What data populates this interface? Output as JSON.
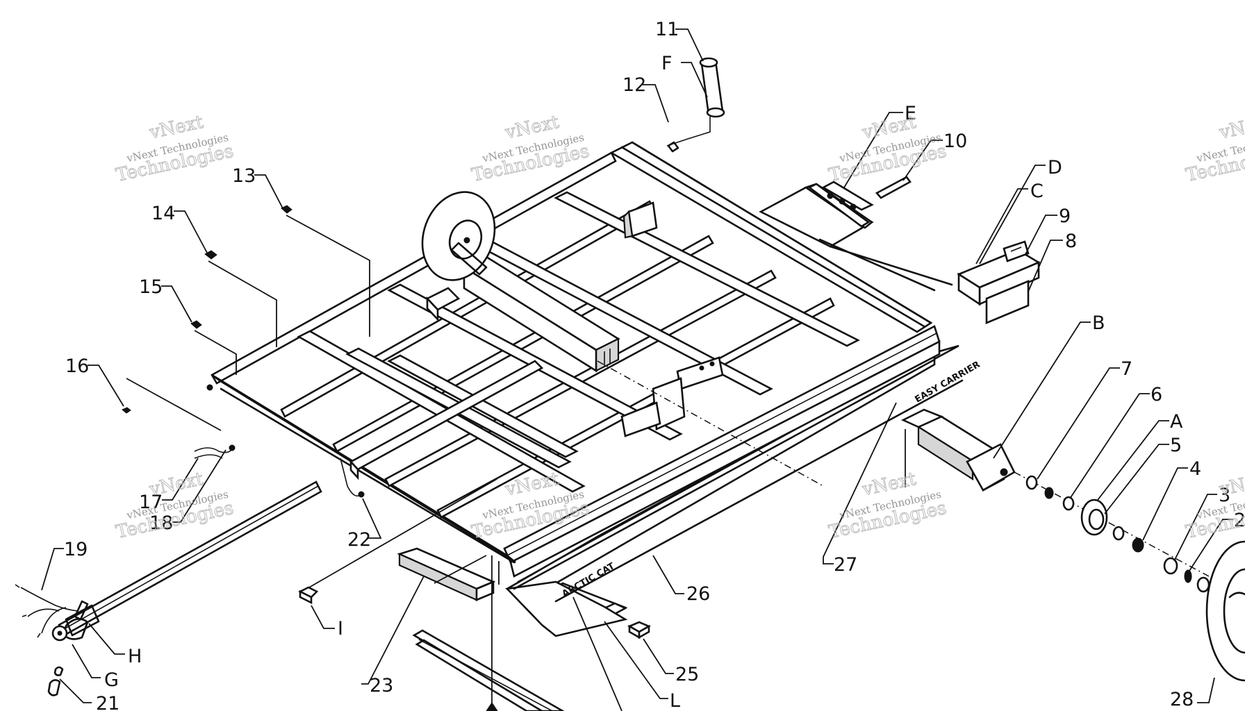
{
  "labels": {
    "l11": "11",
    "lF": "F",
    "l12": "12",
    "lE": "E",
    "l10": "10",
    "lD": "D",
    "lC": "C",
    "l9": "9",
    "l8": "8",
    "l13": "13",
    "l14": "14",
    "l15": "15",
    "l16": "16",
    "l17": "17",
    "l18": "18",
    "l19": "19",
    "l22": "22",
    "l21": "21",
    "lG": "G",
    "lH": "H",
    "lI": "I",
    "l23": "23",
    "l25": "25",
    "lL": "L",
    "l26": "26",
    "l27": "27",
    "lB": "B",
    "l7": "7",
    "l6": "6",
    "lA": "A",
    "l5": "5",
    "l4": "4",
    "l3": "3",
    "l2": "2",
    "l28": "28"
  },
  "decals": {
    "arctic": "ARCTIC CAT",
    "easy": "EASY CARRIER"
  },
  "watermark": {
    "line1": "vNext",
    "line2": "vNext Technologies",
    "line3": "Technologies"
  }
}
